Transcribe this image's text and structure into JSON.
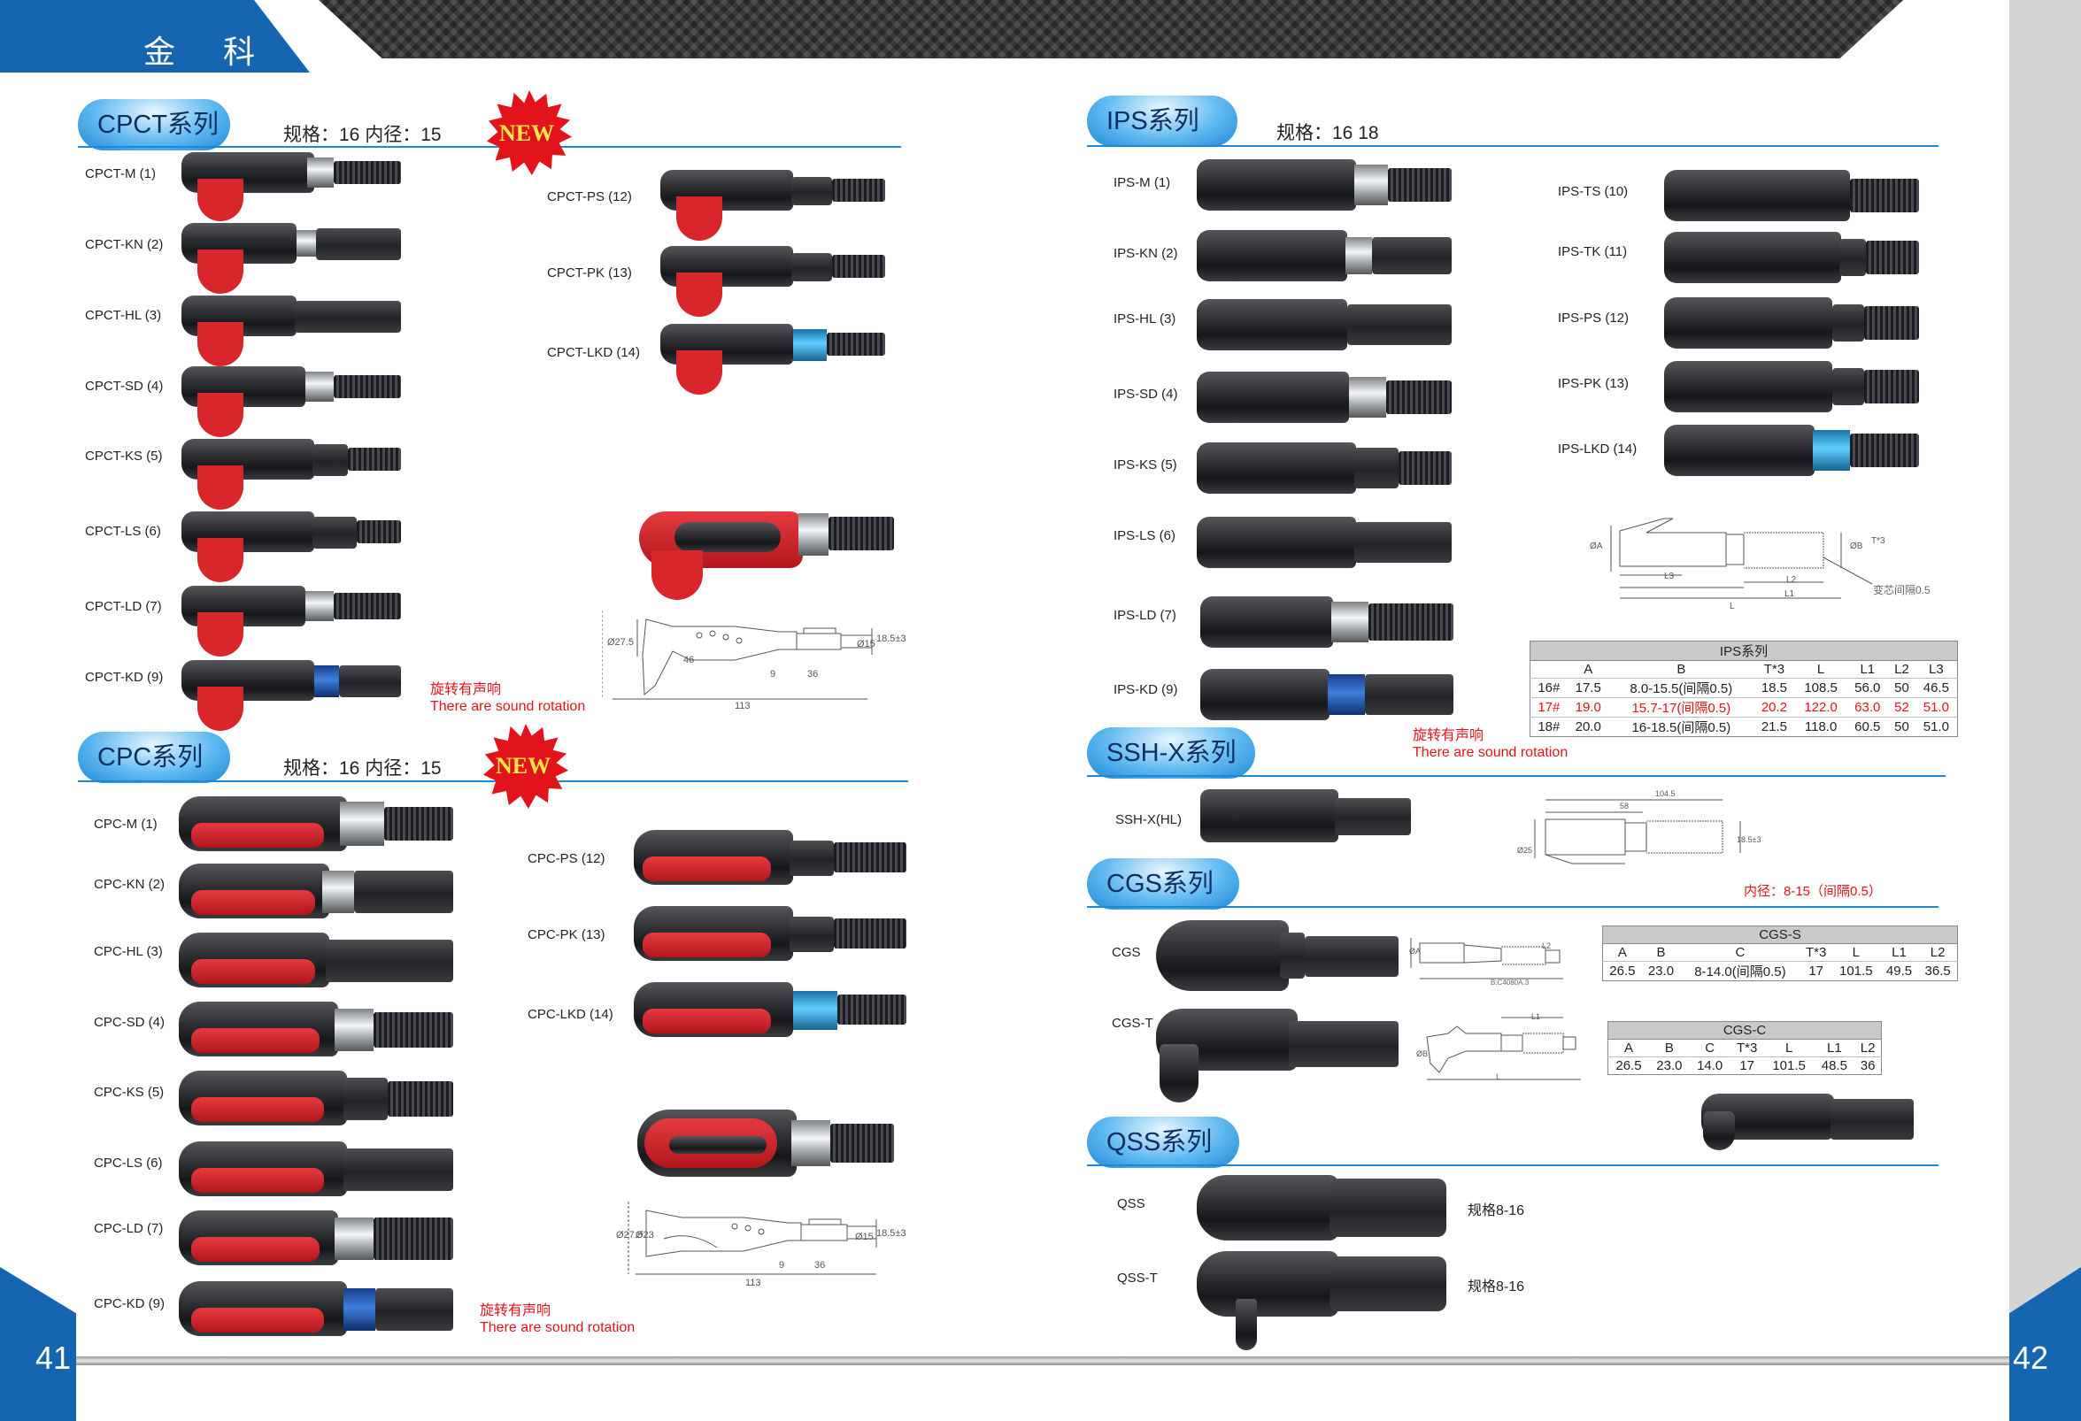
{
  "header": {
    "brand": "金 科"
  },
  "pages": {
    "left": "41",
    "right": "42"
  },
  "cpct": {
    "title": "CPCT系列",
    "spec": "规格：16  内径：15",
    "badge": "NEW",
    "items_left": [
      "CPCT-M (1)",
      "CPCT-KN (2)",
      "CPCT-HL (3)",
      "CPCT-SD (4)",
      "CPCT-KS (5)",
      "CPCT-LS (6)",
      "CPCT-LD (7)",
      "CPCT-KD (9)"
    ],
    "items_right": [
      "CPCT-PS (12)",
      "CPCT-PK (13)",
      "CPCT-LKD (14)"
    ],
    "note_cn": "旋转有声响",
    "note_en": "There are sound rotation",
    "dims": [
      "113",
      "36",
      "9",
      "46",
      "Ø27.5",
      "Ø15",
      "18.5±3"
    ]
  },
  "cpc": {
    "title": "CPC系列",
    "spec": "规格：16   内径：15",
    "badge": "NEW",
    "items_left": [
      "CPC-M (1)",
      "CPC-KN (2)",
      "CPC-HL (3)",
      "CPC-SD (4)",
      "CPC-KS (5)",
      "CPC-LS (6)",
      "CPC-LD (7)",
      "CPC-KD (9)"
    ],
    "items_right": [
      "CPC-PS (12)",
      "CPC-PK (13)",
      "CPC-LKD (14)"
    ],
    "note_cn": "旋转有声响",
    "note_en": "There are sound rotation",
    "dims": [
      "113",
      "36",
      "9",
      "Ø27.5",
      "Ø23",
      "Ø15",
      "18.5±3"
    ]
  },
  "ips": {
    "title": "IPS系列",
    "spec": "规格：16  18",
    "items_left": [
      "IPS-M (1)",
      "IPS-KN (2)",
      "IPS-HL (3)",
      "IPS-SD (4)",
      "IPS-KS (5)",
      "IPS-LS (6)",
      "IPS-LD (7)",
      "IPS-KD (9)"
    ],
    "items_right": [
      "IPS-TS (10)",
      "IPS-TK (11)",
      "IPS-PS (12)",
      "IPS-PK (13)",
      "IPS-LKD (14)"
    ],
    "note_cn": "旋转有声响",
    "note_en": "There are sound rotation",
    "drawing_note": "变芯间隔0.5",
    "dims": [
      "L3",
      "L2",
      "L1",
      "L",
      "ØA",
      "ØB",
      "T*3"
    ],
    "table": {
      "title": "IPS系列",
      "headers": [
        "",
        "A",
        "B",
        "T*3",
        "L",
        "L1",
        "L2",
        "L3"
      ],
      "rows": [
        [
          "16#",
          "17.5",
          "8.0-15.5(间隔0.5)",
          "18.5",
          "108.5",
          "56.0",
          "50",
          "46.5"
        ],
        [
          "17#",
          "19.0",
          "15.7-17(间隔0.5)",
          "20.2",
          "122.0",
          "63.0",
          "52",
          "51.0"
        ],
        [
          "18#",
          "20.0",
          "16-18.5(间隔0.5)",
          "21.5",
          "118.0",
          "60.5",
          "50",
          "51.0"
        ]
      ]
    }
  },
  "ssh": {
    "title": "SSH-X系列",
    "item": "SSH-X(HL)",
    "inner": "内径：8-15（间隔0.5）",
    "dims": [
      "104.5",
      "58",
      "Ø25",
      "18.5±3"
    ]
  },
  "cgs": {
    "title": "CGS系列",
    "items": [
      "CGS",
      "CGS-T"
    ],
    "table_s": {
      "title": "CGS-S",
      "headers": [
        "A",
        "B",
        "C",
        "T*3",
        "L",
        "L1",
        "L2"
      ],
      "rows": [
        [
          "26.5",
          "23.0",
          "8-14.0(间隔0.5)",
          "17",
          "101.5",
          "49.5",
          "36.5"
        ]
      ]
    },
    "table_c": {
      "title": "CGS-C",
      "headers": [
        "A",
        "B",
        "C",
        "T*3",
        "L",
        "L1",
        "L2"
      ],
      "rows": [
        [
          "26.5",
          "23.0",
          "14.0",
          "17",
          "101.5",
          "48.5",
          "36"
        ]
      ]
    },
    "dims": [
      "L",
      "L1",
      "L2",
      "ØA",
      "ØB",
      "B:C4080A.3"
    ]
  },
  "qss": {
    "title": "QSS系列",
    "items": [
      "QSS",
      "QSS-T"
    ],
    "specs": [
      "规格8-16",
      "规格8-16"
    ]
  }
}
